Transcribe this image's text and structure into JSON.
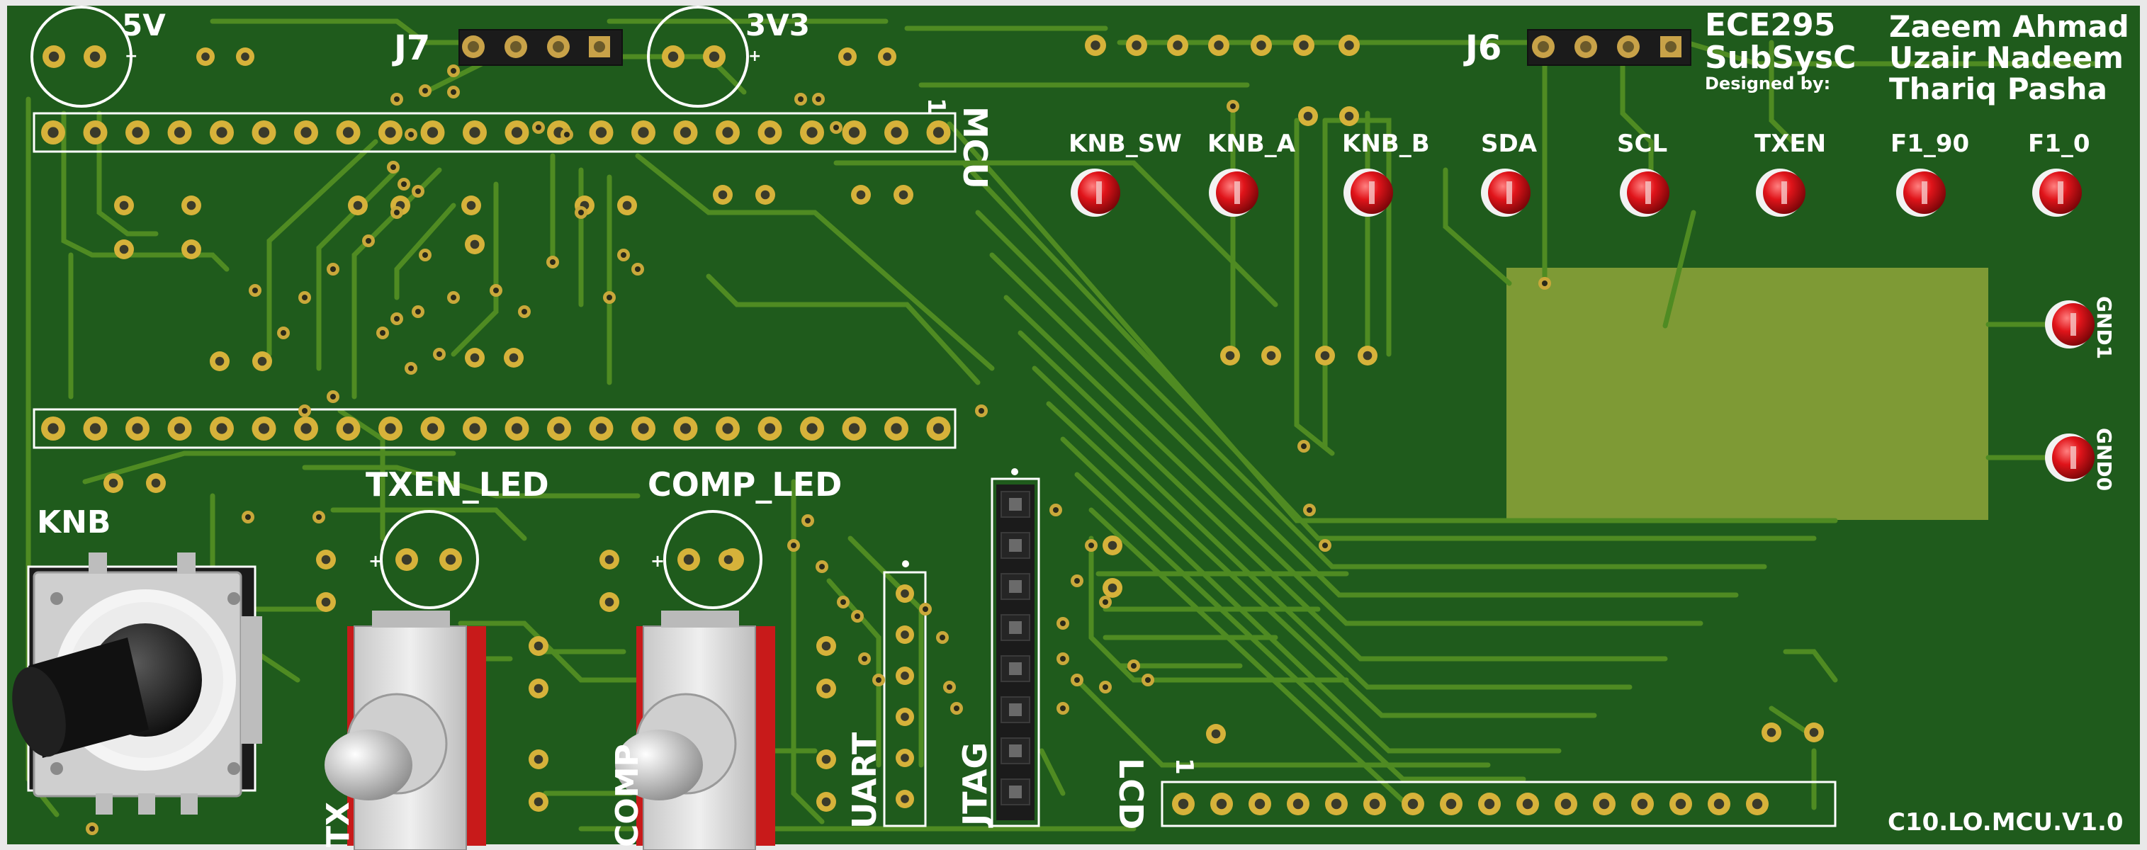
{
  "colors": {
    "board": "#1f5b1c",
    "trace": "#4f8b22",
    "copper_pour": "#7e9a35",
    "pad_ring": "#d6b23a",
    "pad_hole": "#2b2b2b",
    "silkscreen": "#ffffff",
    "led_red": "#e0141a",
    "switch_body": "#d8d8d8",
    "switch_red": "#c81a1a",
    "knob_black": "#1a1a1a",
    "header_black": "#1b1b1b"
  },
  "power": {
    "label_5v": "5V",
    "label_3v3": "3V3",
    "polarity_plus": "+"
  },
  "connectors": {
    "j7": "J7",
    "j6": "J6",
    "pin_one": "1"
  },
  "headers": {
    "mcu": "MCU",
    "lcd": "LCD",
    "uart": "UART",
    "jtag": "JTAG"
  },
  "title_block": {
    "course": "ECE295",
    "subsystem": "SubSysC",
    "designed_by": "Designed by:",
    "authors": [
      "Zaeem Ahmad",
      "Uzair Nadeem",
      "Thariq Pasha"
    ],
    "revision": "C10.LO.MCU.V1.0"
  },
  "test_points": [
    "KNB_SW",
    "KNB_A",
    "KNB_B",
    "SDA",
    "SCL",
    "TXEN",
    "F1_90",
    "F1_0"
  ],
  "ground_points": [
    "GND1",
    "GND0"
  ],
  "components": {
    "knob": "KNB",
    "txen_led": "TXEN_LED",
    "comp_led": "COMP_LED",
    "switch_txen_partial": "TX",
    "switch_comp_partial": "COMP"
  },
  "icons": {
    "testpoint": "red-testpoint-icon",
    "switch": "toggle-switch-icon",
    "knob": "rotary-encoder-icon",
    "via": "via-pad-icon"
  }
}
